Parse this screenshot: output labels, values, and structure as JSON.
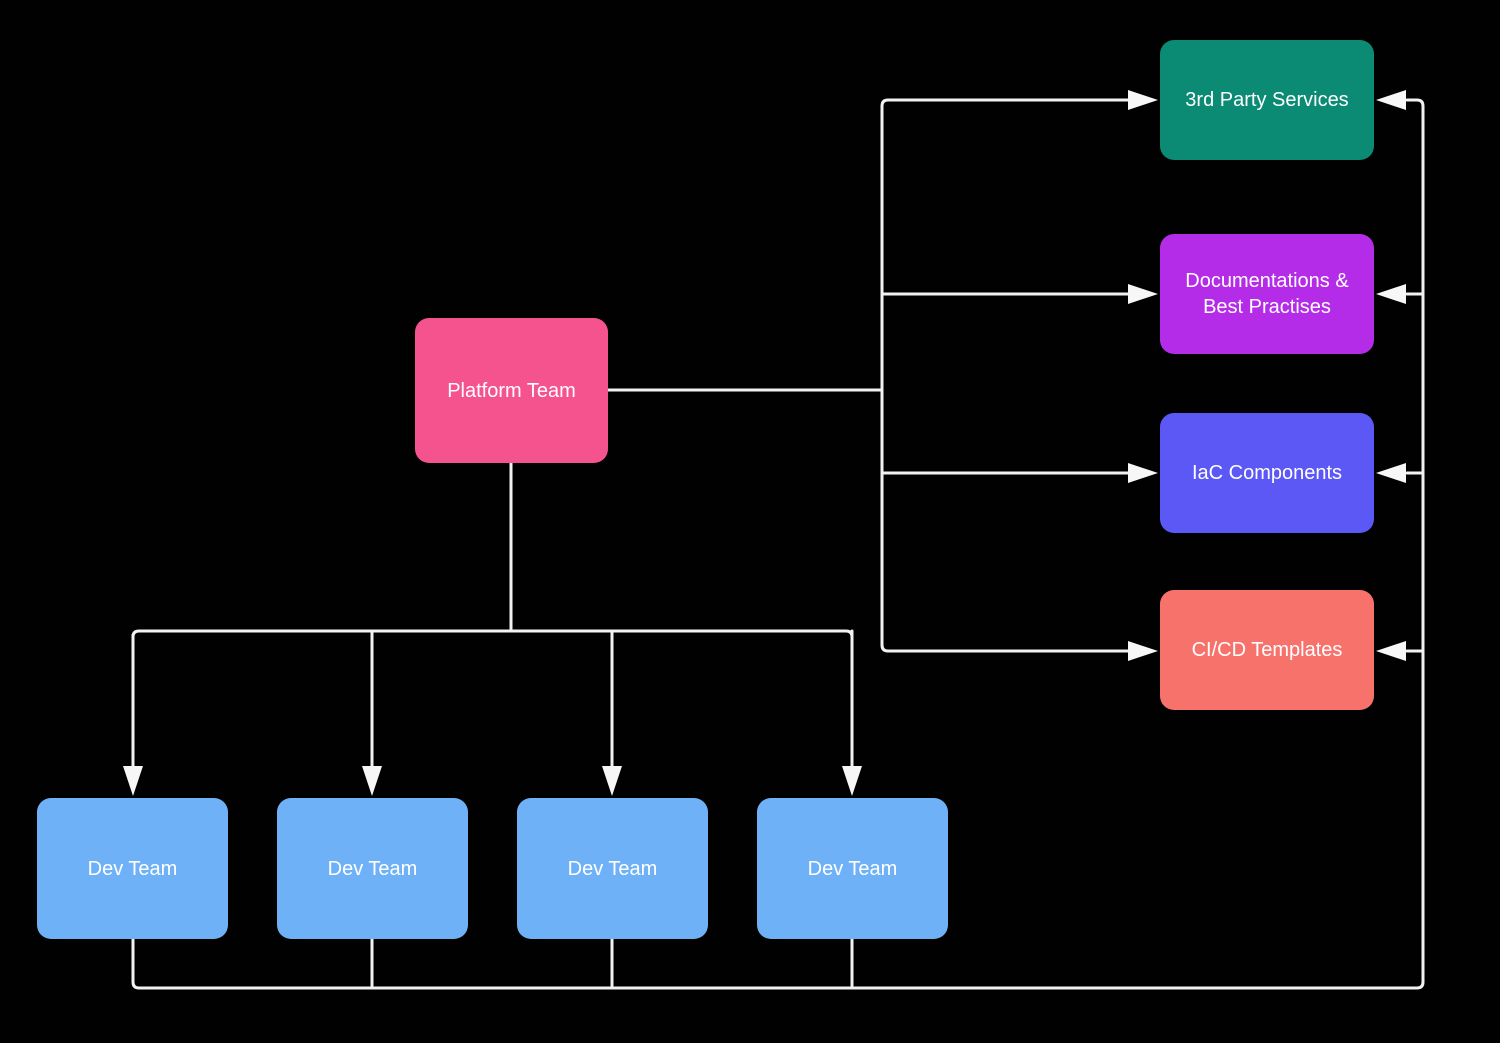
{
  "diagram": {
    "background_color": "#010101",
    "connector_color": "#F2F2F2",
    "arrowhead_color": "#F7F7F7",
    "nodes": {
      "platform": {
        "label": "Platform Team",
        "color": "#F4538E",
        "text_color": "#FFFFFF"
      },
      "dev_teams": [
        {
          "label": "Dev Team",
          "color": "#6FB1F7"
        },
        {
          "label": "Dev Team",
          "color": "#6FB1F7"
        },
        {
          "label": "Dev Team",
          "color": "#6FB1F7"
        },
        {
          "label": "Dev Team",
          "color": "#6FB1F7"
        }
      ],
      "services": [
        {
          "label": "3rd Party Services",
          "color": "#0B8A74"
        },
        {
          "label": "Documentations & Best Practises",
          "color": "#B42CE8"
        },
        {
          "label": "IaC Components",
          "color": "#5C58F5"
        },
        {
          "label": "CI/CD Templates",
          "color": "#F8726C"
        }
      ]
    },
    "edges": [
      "Platform Team -> 3rd Party Services",
      "Platform Team -> Documentations & Best Practises",
      "Platform Team -> IaC Components",
      "Platform Team -> CI/CD Templates",
      "Platform Team -> Dev Team (x4)",
      "Dev Team (x4) -> 3rd Party Services",
      "Dev Team (x4) -> Documentations & Best Practises",
      "Dev Team (x4) -> IaC Components",
      "Dev Team (x4) -> CI/CD Templates"
    ]
  }
}
